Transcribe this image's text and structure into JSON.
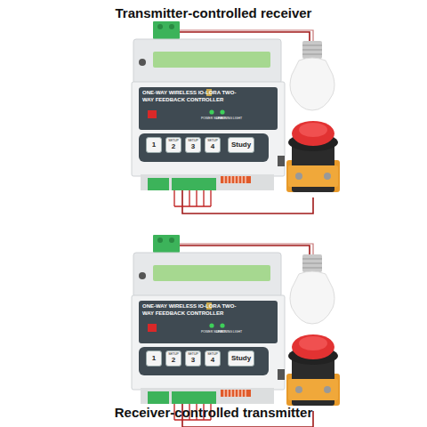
{
  "diagram": {
    "title": "Transmitter-controlled receiver",
    "caption": "Receiver-controlled transmitter",
    "nodes": [
      {
        "text": [
          "ONE-WAY WIRELESS IO-LORA TWO-WAY FEEDBACK CONTROLLER"
        ]
      },
      {
        "text": [
          "1"
        ],
        "in": 0
      },
      {
        "text": [
          "SETUP",
          "2"
        ],
        "in": 0
      },
      {
        "text": [
          "SETUP",
          "3"
        ],
        "in": 0
      },
      {
        "text": [
          "SETUP",
          "4"
        ],
        "in": 0
      },
      {
        "text": [
          "Study"
        ],
        "in": 0
      },
      {
        "text": [
          "ONE-WAY WIRELESS IO-LORA TWO-WAY FEEDBACK CONTROLLER"
        ]
      },
      {
        "text": [
          "1"
        ],
        "in": 6
      },
      {
        "text": [
          "SETUP",
          "2"
        ],
        "in": 6
      },
      {
        "text": [
          "SETUP",
          "3"
        ],
        "in": 6
      },
      {
        "text": [
          "SETUP",
          "4"
        ],
        "in": 6
      },
      {
        "text": [
          "Study"
        ],
        "in": 6
      }
    ],
    "labels": [
      "POWER SUPPLY",
      "LEARNING LIGHT",
      "POWER SUPPLY",
      "LEARNING LIGHT"
    ]
  }
}
